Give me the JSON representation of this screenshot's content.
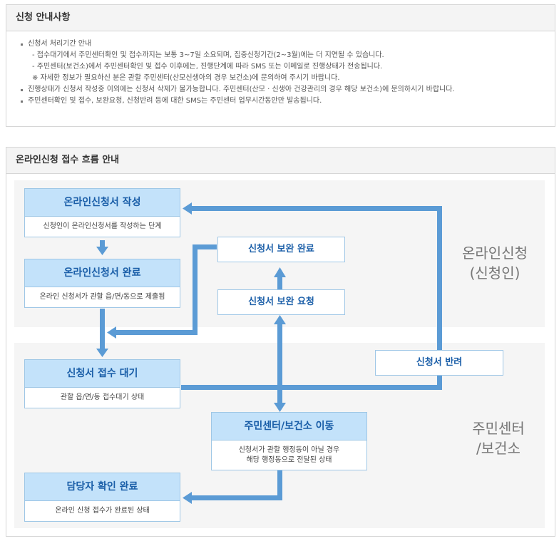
{
  "notice": {
    "title": "신청 안내사항",
    "items": [
      "신청서 처리기간 안내",
      "- 접수대기에서 주민센터확인 및 접수까지는 보통 3~7일 소요되며, 집중신청기간(2~3월)에는 더 지연될 수 있습니다.",
      "- 주민센터(보건소)에서 주민센터확인 및 접수 이후에는, 진행단계에 따라 SMS 또는 이메일로 진행상태가 전송됩니다.",
      "※ 자세한 정보가 필요하신 분은 관할 주민센터(산모신생아의 경우 보건소)에 문의하여 주시기 바랍니다.",
      "진행상태가 신청서 작성중 이외에는 신청서 삭제가 불가능합니다. 주민센터(산모 · 신생아 건강관리의 경우 해당 보건소)에 문의하시기 바랍니다.",
      "주민센터확인 및 접수, 보완요청, 신청반려 등에 대한 SMS는 주민센터 업무시간동안만 발송됩니다."
    ]
  },
  "flow": {
    "title": "온라인신청 접수 흐름 안내",
    "zone_top_label_1": "온라인신청",
    "zone_top_label_2": "(신청인)",
    "zone_bottom_label_1": "주민센터",
    "zone_bottom_label_2": "/보건소",
    "step_write_title": "온라인신청서 작성",
    "step_write_desc": "신청인이 온라인신청서를 작성하는 단계",
    "step_complete_title": "온라인신청서 완료",
    "step_complete_desc": "온라인 신청서가 관할 읍/면/동으로 제출됨",
    "step_wait_title": "신청서 접수 대기",
    "step_wait_desc": "관할 읍/면/동 접수대기 상태",
    "step_done_title": "담당자 확인 완료",
    "step_done_desc": "온라인 신청 접수가 완료된 상태",
    "step_move_title": "주민센터/보건소 이동",
    "step_move_desc_1": "신청서가 관할 행정동이 아닐 경우",
    "step_move_desc_2": "해당 행정동으로 전달된 상태",
    "supplement_done": "신청서 보완 완료",
    "supplement_request": "신청서 보완 요청",
    "rejected": "신청서 반려"
  },
  "colors": {
    "arrow": "#5b9bd5",
    "box_title_bg": "#c3e2fa",
    "box_title_text": "#1a5ea8",
    "box_border": "#9fc7e6"
  }
}
